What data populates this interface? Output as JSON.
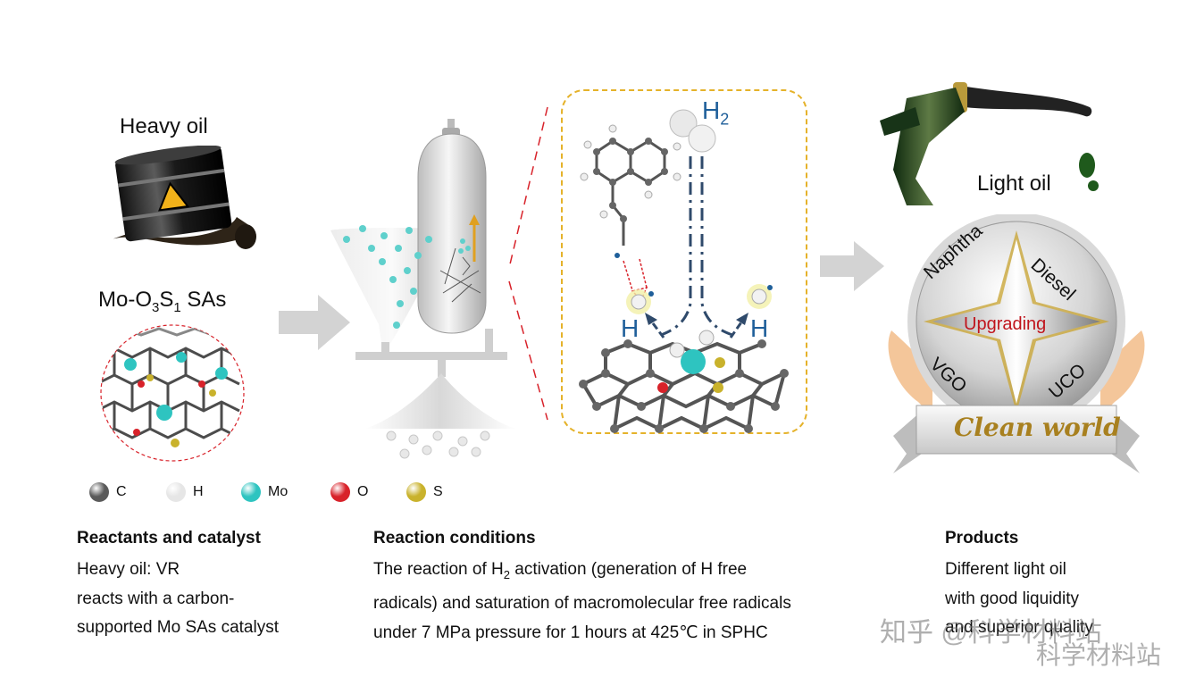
{
  "left": {
    "heavy_oil_label": "Heavy oil",
    "catalyst_label_prefix": "Mo-O",
    "catalyst_sub1": "3",
    "catalyst_mid": "S",
    "catalyst_sub2": "1",
    "catalyst_suffix": " SAs"
  },
  "legend": [
    {
      "symbol": "C",
      "color": "#5a5a5a"
    },
    {
      "symbol": "H",
      "color": "#e6e6e6"
    },
    {
      "symbol": "Mo",
      "color": "#2ec4c0"
    },
    {
      "symbol": "O",
      "color": "#d8222a"
    },
    {
      "symbol": "S",
      "color": "#c9b22c"
    }
  ],
  "mechanism": {
    "h2_label": "H",
    "h2_sub": "2",
    "h_left": "H",
    "h_right": "H"
  },
  "products_graphic": {
    "light_oil_label": "Light oil",
    "naphtha": "Naphtha",
    "diesel": "Diesel",
    "vgo": "VGO",
    "uco": "UCO",
    "upgrading": "Upgrading",
    "banner": "Clean world"
  },
  "sections": {
    "reactants": {
      "title": "Reactants and catalyst",
      "line1": "Heavy oil: VR",
      "line2": "reacts with a carbon-",
      "line3": "supported Mo SAs catalyst"
    },
    "conditions": {
      "title": "Reaction conditions",
      "line1_a": "The reaction of H",
      "line1_sub": "2",
      "line1_b": " activation (generation of H free",
      "line2": "radicals) and saturation of macromolecular free radicals",
      "line3": "under 7 MPa pressure for 1 hours at 425℃ in SPHC"
    },
    "products": {
      "title": "Products",
      "line1": "Different light oil",
      "line2": "with good liquidity",
      "line3": "and superior quality"
    }
  },
  "watermarks": {
    "zhihu": "知乎 @科学材料站",
    "weibo": "科学材料站"
  },
  "colors": {
    "mo": "#2ec4c0",
    "carbon": "#5a5a5a",
    "oxygen": "#d8222a",
    "sulfur": "#c9b22c",
    "dash_border": "#e5b22a",
    "h_label": "#1f5f9a",
    "upgrading": "#c0141c",
    "banner_text": "#a8801f",
    "oil_green": "#1f5a1c"
  }
}
